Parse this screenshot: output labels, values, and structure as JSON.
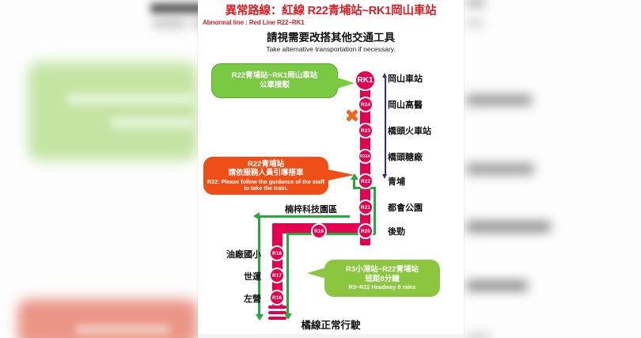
{
  "poster": {
    "header": {
      "title_zh": "異常路線：紅線 R22青埔站~RK1岡山車站",
      "title_en": "Abnormal line : Red Line  R22~RK1",
      "advice_zh": "請視需要改搭其他交通工具",
      "advice_en": "Take alternative transportation if necessary."
    },
    "callouts": [
      {
        "id": "bus-shuttle",
        "color": "#7ac943",
        "line1": "R22青埔站~RK1岡山車站",
        "line2": "公車接駁",
        "line3": ""
      },
      {
        "id": "staff-guidance",
        "color": "#f04e17",
        "line1": "R22青埔站",
        "line2": "請依服務人員引導搭車",
        "line3": "R22: Please follow the guidance of the staff  to take the  train."
      },
      {
        "id": "headway",
        "color": "#8cc63f",
        "line1": "R3小港站~R22青埔站",
        "line2": "班距8分鐘",
        "line3": "R3~R22 Headway  8 mins"
      }
    ],
    "stations_right": [
      {
        "code": "RK1",
        "name": "岡山車站",
        "terminal": true
      },
      {
        "code": "R24",
        "name": "岡山高醫",
        "terminal": false
      },
      {
        "code": "R23",
        "name": "橋頭火車站",
        "terminal": false
      },
      {
        "code": "R22A",
        "name": "橋頭糖廠",
        "terminal": false
      },
      {
        "code": "R22",
        "name": "青埔",
        "terminal": false
      },
      {
        "code": "R21",
        "name": "都會公園",
        "terminal": false
      },
      {
        "code": "R20",
        "name": "後勁",
        "terminal": false
      }
    ],
    "stations_left": [
      {
        "code": "R19",
        "name": "楠梓科技園區"
      },
      {
        "code": "R18",
        "name": "油廠國小"
      },
      {
        "code": "R17",
        "name": "世運"
      },
      {
        "code": "R16",
        "name": "左營"
      }
    ],
    "markers": {
      "suspension_x": "service-suspended",
      "navy_arrow": "suspended-section"
    },
    "footer_note": "橘線正常行駛",
    "colors": {
      "red_line": "#e5004f",
      "alert_red": "#e01b22",
      "green_route": "#27a93c",
      "orange_x": "#f4651a",
      "navy": "#2b2f86"
    }
  }
}
